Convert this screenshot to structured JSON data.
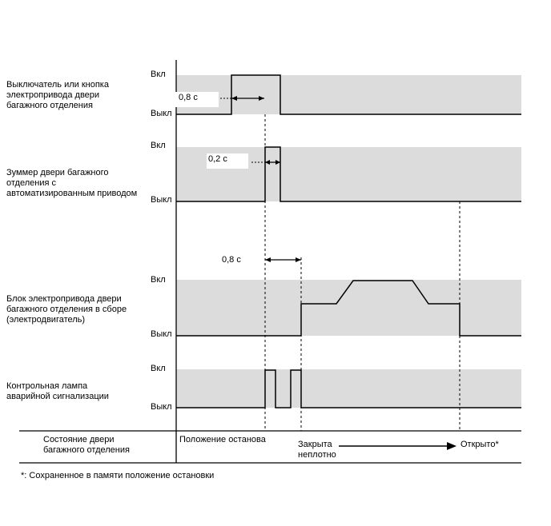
{
  "signals": [
    {
      "label_lines": [
        "Выключатель или кнопка",
        "электропривода двери",
        "багажного отделения"
      ],
      "on_label": "Вкл",
      "off_label": "Выкл",
      "interval_label": "0,8 с"
    },
    {
      "label_lines": [
        "Зуммер двери багажного",
        "отделения с",
        "автоматизированным приводом"
      ],
      "on_label": "Вкл",
      "off_label": "Выкл",
      "interval_label": "0,2 с"
    },
    {
      "label_lines": [
        "Блок электропривода двери",
        "багажного отделения в сборе",
        "(электродвигатель)"
      ],
      "on_label": "Вкл",
      "off_label": "Выкл",
      "interval_label": "0,8 с"
    },
    {
      "label_lines": [
        "Контрольная лампа",
        "аварийной сигнализации"
      ],
      "on_label": "Вкл",
      "off_label": "Выкл"
    }
  ],
  "door_state": {
    "label_lines": [
      "Состояние двери",
      "багажного отделения"
    ],
    "stop_position": "Положение останова",
    "half_closed_lines": [
      "Закрыта",
      "неплотно"
    ],
    "open": "Открыто*"
  },
  "footnote": "*: Сохраненное в памяти положение остановки",
  "colors": {
    "band": "#dcdcdc",
    "line": "#000000",
    "background": "#ffffff"
  }
}
